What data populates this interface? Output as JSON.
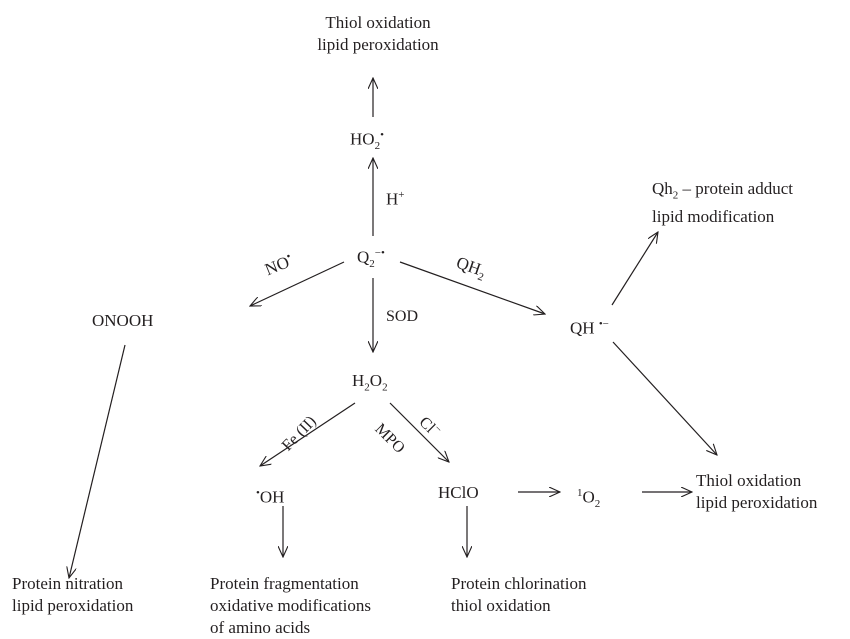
{
  "nodes": {
    "ho2_out": [
      "Thiol oxidation",
      "lipid peroxidation"
    ],
    "ho2": "HO",
    "h_plus": "H",
    "q2": "Q",
    "no": "NO",
    "qh2_lbl": "QH",
    "onooh": "ONOOH",
    "qh": "QH",
    "qh2_adduct": [
      "Qh",
      " – protein adduct",
      "lipid modification"
    ],
    "sod": "SOD",
    "h2o2": [
      "H",
      "O"
    ],
    "fe": "Fe (II)",
    "cl": "Cl",
    "mpo": "MPO",
    "oh": "OH",
    "hclo": "HClO",
    "singlet": "O",
    "right_out": [
      "Thiol oxidation",
      "lipid peroxidation"
    ],
    "nitration": [
      "Protein nitration",
      "lipid peroxidation"
    ],
    "fragmentation": [
      "Protein fragmentation",
      "oxidative modifications",
      "of amino acids"
    ],
    "chlorination": [
      "Protein chlorination",
      "thiol oxidation"
    ]
  },
  "sub2": "2",
  "sup1": "1",
  "sup_plus": "+",
  "sup_minus": "−",
  "sup_radical": "•",
  "sup_radical_anion": "−•",
  "sup_anion_radical": "•−"
}
